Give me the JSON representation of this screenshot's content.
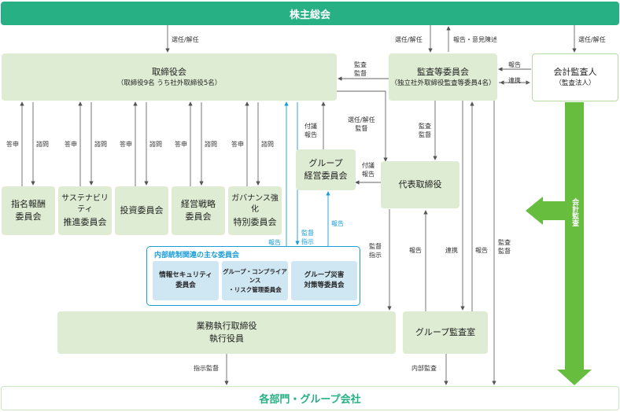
{
  "shareholders": "株主総会",
  "board": {
    "title": "取締役会",
    "sub": "（取締役9名 うち社外取締役5名）"
  },
  "audit_committee": {
    "title": "監査等委員会",
    "sub": "（独立社外取締役監査等委員4名）"
  },
  "auditor": {
    "title": "会計監査人",
    "sub": "（監査法人）"
  },
  "group_mgmt": {
    "line1": "グループ",
    "line2": "経営委員会"
  },
  "rep_director": "代表取締役",
  "committees": [
    {
      "line1": "指名報酬",
      "line2": "委員会"
    },
    {
      "line1": "サステナビリティ",
      "line2": "推進委員会"
    },
    {
      "line1": "投資委員会",
      "line2": ""
    },
    {
      "line1": "経営戦略",
      "line2": "委員会"
    },
    {
      "line1": "ガバナンス強化",
      "line2": "特別委員会"
    }
  ],
  "internal": {
    "title": "内部統制関連の主な委員会",
    "items": [
      {
        "line1": "情報セキュリティ",
        "line2": "委員会"
      },
      {
        "line1": "グループ・コンプライアンス",
        "line2": "・リスク管理委員会"
      },
      {
        "line1": "グループ災害",
        "line2": "対策等委員会"
      }
    ]
  },
  "exec": {
    "line1": "業務執行取締役",
    "line2": "執行役員"
  },
  "group_audit": "グループ監査室",
  "departments": "各部門・グループ会社",
  "accounting_audit": "会計監査",
  "labels": {
    "elect": "選任/解任",
    "report_opinion": "報告・意見陳述",
    "report": "報告",
    "coop": "連携",
    "audit": "監査",
    "supervise": "監督",
    "consult_ans": "答申",
    "consult": "諮問",
    "submit": "付議",
    "instruct": "指示",
    "instruct_supervise": "指示監督",
    "internal_audit": "内部監査",
    "elect_sup": "選任/解任"
  },
  "colors": {
    "green": "#27b083",
    "light_green": "#ddecd2",
    "blue": "#1a9ed9",
    "light_blue": "#cfe6f3"
  }
}
